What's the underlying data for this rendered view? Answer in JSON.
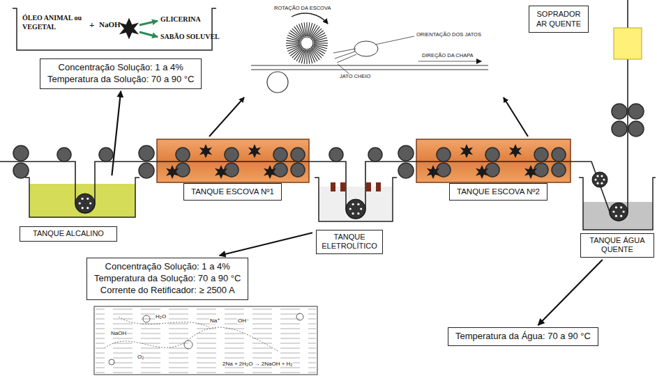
{
  "diagram": {
    "nodes": [
      {
        "text": [
          "ÓLEO ANIMAL ou VEGETAL",
          "+",
          "NaOH",
          "GLICERINA",
          "SABÃO SOLUVEL"
        ]
      },
      {
        "text": [
          "Concentração Solução: 1 a 4%",
          "Temperatura da Solução: 70 a 90 °C"
        ]
      },
      {
        "text": [
          "SOPRADOR AR QUENTE"
        ]
      },
      {
        "text": [
          "TANQUE ALCALINO"
        ]
      },
      {
        "text": [
          "TANQUE ESCOVA Nº1"
        ]
      },
      {
        "text": [
          "TANQUE ELETROLÍTICO"
        ]
      },
      {
        "text": [
          "TANQUE ESCOVA Nº2"
        ]
      },
      {
        "text": [
          "TANQUE ÁGUA QUENTE"
        ]
      },
      {
        "text": [
          "Concentração Solução: 1 a 4%",
          "Temperatura da Solução: 70 a 90 °C",
          "Corrente do Retificador: ≥ 2500 A"
        ]
      },
      {
        "text": [
          "Temperatura da Água: 70 a 90 °C"
        ]
      }
    ],
    "edges": [
      {
        "from": 3,
        "to": 1,
        "arrow": "to"
      },
      {
        "from": 5,
        "to": 8,
        "arrow": "to"
      },
      {
        "from": 7,
        "to": 9,
        "arrow": "to"
      }
    ],
    "labels": [
      "ROTAÇÃO DA ESCOVA",
      "ORIENTAÇÃO DOS JATOS",
      "DIREÇÃO DA CHAPA",
      "JATO CHEIO",
      "NaOH",
      "H₂O",
      "O₂",
      "Na⁺",
      "OH⁻",
      "2Na + 2H₂O → 2NaOH + H₂"
    ]
  }
}
